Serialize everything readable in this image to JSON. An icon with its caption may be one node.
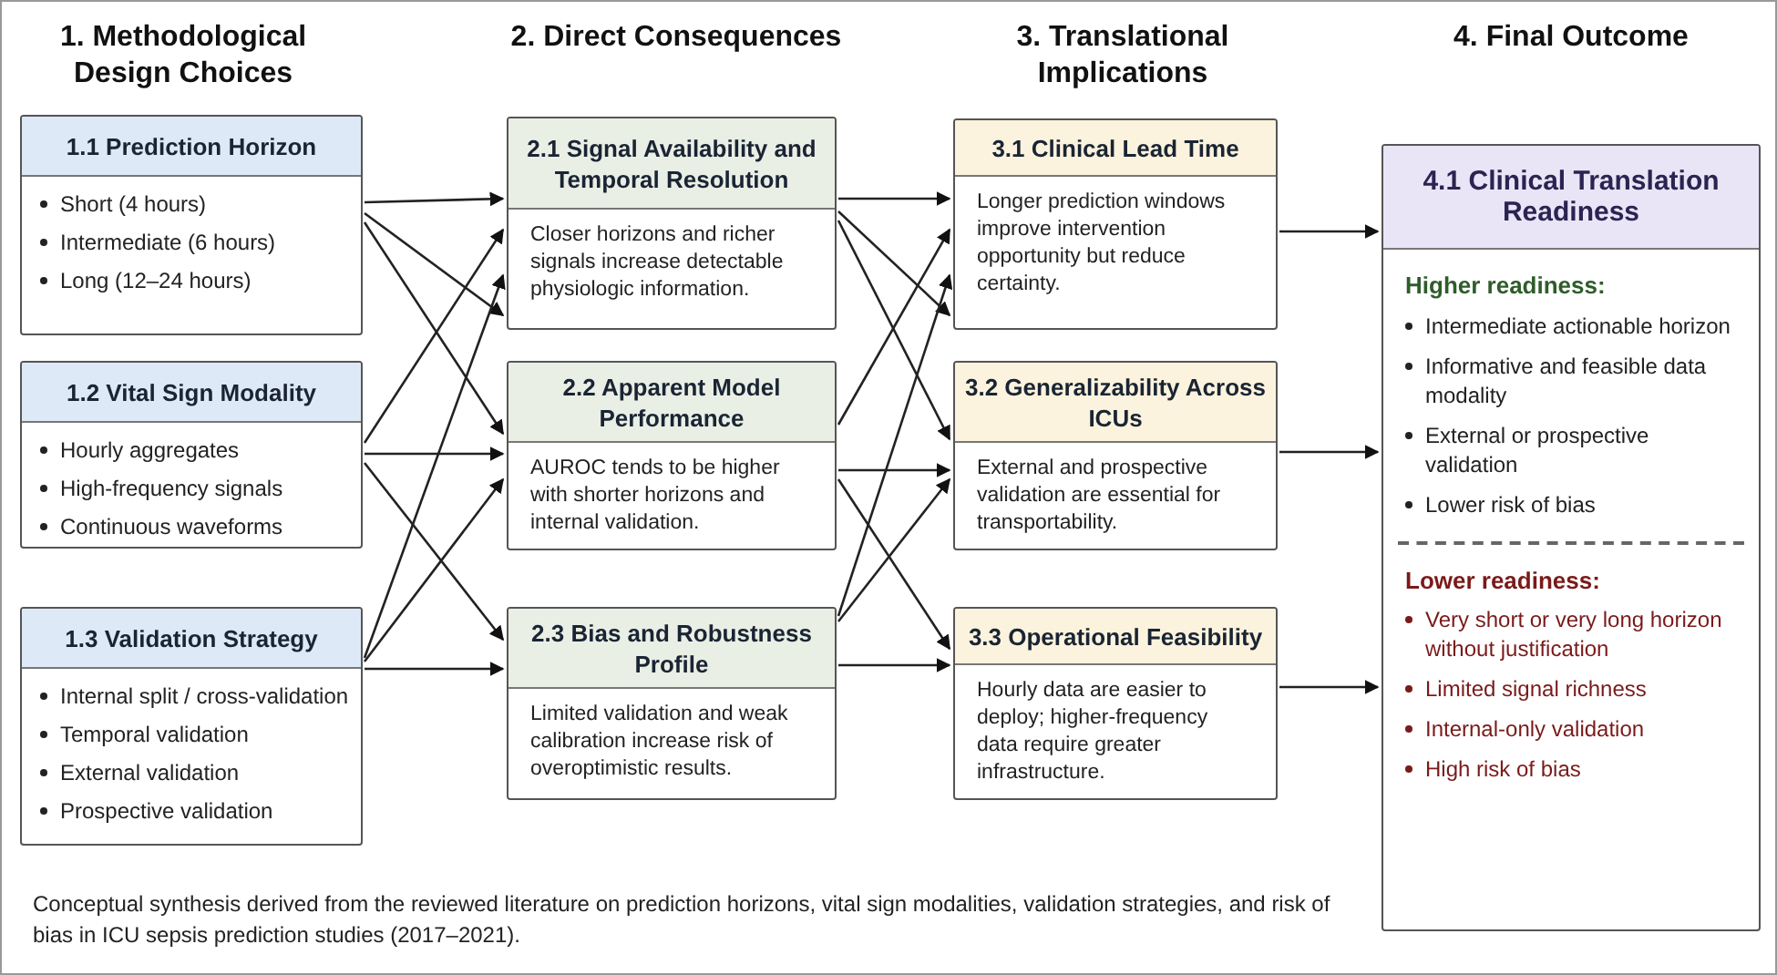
{
  "diagram": {
    "caption": "Conceptual synthesis derived from the reviewed literature on prediction horizons, vital sign modalities, validation strategies, and risk of bias in ICU sepsis prediction studies (2017–2021).",
    "nodes": [
      {
        "text": [
          "1.1 Prediction Horizon",
          "Short (4 hours)",
          "Intermediate (6 hours)",
          "Long (12–24 hours)"
        ]
      },
      {
        "text": [
          "1.2 Vital Sign Modality",
          "Hourly aggregates",
          "High-frequency signals",
          "Continuous waveforms"
        ]
      },
      {
        "text": [
          "1.3 Validation Strategy",
          "Internal split / cross-validation",
          "Temporal validation",
          "External validation",
          "Prospective validation"
        ]
      },
      {
        "text": [
          "2.1 Signal Availability and Temporal Resolution",
          "Closer horizons and richer signals increase detectable physiologic information."
        ]
      },
      {
        "text": [
          "2.2 Apparent Model Performance",
          "AUROC tends to be higher with shorter horizons and internal validation."
        ]
      },
      {
        "text": [
          "2.3 Bias and Robustness Profile",
          "Limited validation and weak calibration increase risk of overoptimistic results."
        ]
      },
      {
        "text": [
          "3.1 Clinical Lead Time",
          "Longer prediction windows improve intervention opportunity but reduce certainty."
        ]
      },
      {
        "text": [
          "3.2 Generalizability Across ICUs",
          "External and prospective validation are essential for transportability."
        ]
      },
      {
        "text": [
          "3.3 Operational Feasibility",
          "Hourly data are easier to deploy; higher-frequency data require greater infrastructure."
        ]
      },
      {
        "text": [
          "4.1 Clinical Translation Readiness",
          "Higher readiness:",
          "Intermediate actionable horizon",
          "Informative and feasible data modality",
          "External or prospective validation",
          "Lower risk of bias",
          "Lower readiness:",
          "Very short or very long horizon without justification",
          "Limited signal richness",
          "Internal-only validation",
          "High risk of bias"
        ]
      }
    ],
    "edges": [
      {
        "from": 0,
        "to": 3,
        "arrow": "to"
      },
      {
        "from": 0,
        "to": 3,
        "arrow": "to"
      },
      {
        "from": 0,
        "to": 4,
        "arrow": "to"
      },
      {
        "from": 1,
        "to": 3,
        "arrow": "to"
      },
      {
        "from": 1,
        "to": 4,
        "arrow": "to"
      },
      {
        "from": 1,
        "to": 5,
        "arrow": "to"
      },
      {
        "from": 2,
        "to": 3,
        "arrow": "to"
      },
      {
        "from": 2,
        "to": 4,
        "arrow": "to"
      },
      {
        "from": 2,
        "to": 5,
        "arrow": "to"
      },
      {
        "from": 3,
        "to": 6,
        "arrow": "to"
      },
      {
        "from": 3,
        "to": 6,
        "arrow": "to"
      },
      {
        "from": 3,
        "to": 7,
        "arrow": "to"
      },
      {
        "from": 4,
        "to": 6,
        "arrow": "to"
      },
      {
        "from": 4,
        "to": 7,
        "arrow": "to"
      },
      {
        "from": 4,
        "to": 8,
        "arrow": "to"
      },
      {
        "from": 5,
        "to": 6,
        "arrow": "to"
      },
      {
        "from": 5,
        "to": 7,
        "arrow": "to"
      },
      {
        "from": 5,
        "to": 8,
        "arrow": "to"
      },
      {
        "from": 6,
        "to": 9,
        "arrow": "to"
      },
      {
        "from": 7,
        "to": 9,
        "arrow": "to"
      },
      {
        "from": 8,
        "to": 9,
        "arrow": "to"
      }
    ],
    "labels": [
      "1. Methodological Design Choices",
      "2. Direct Consequences",
      "3. Translational Implications",
      "4. Final Outcome"
    ]
  }
}
